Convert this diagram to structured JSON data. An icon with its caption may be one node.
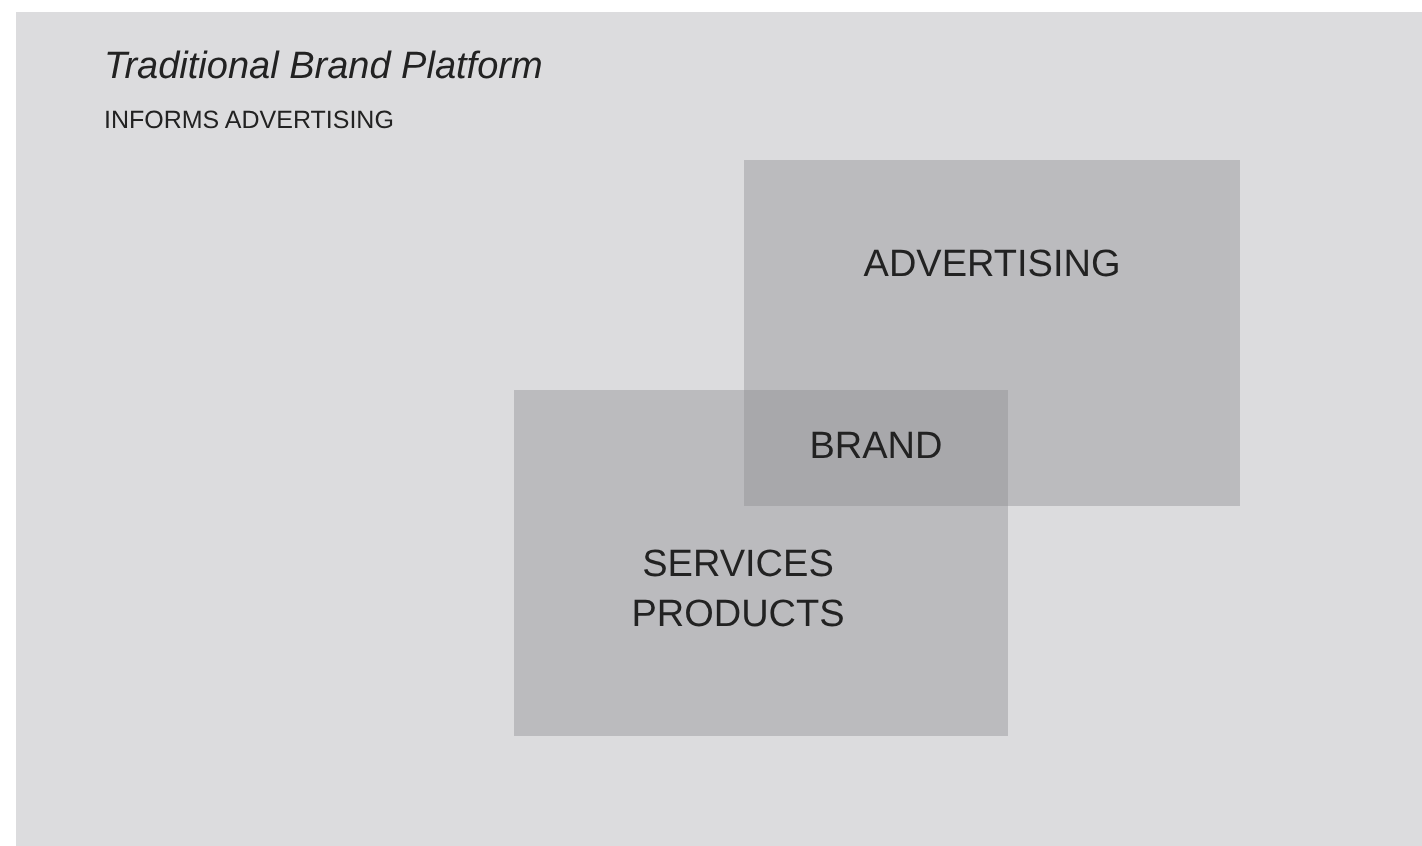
{
  "diagram": {
    "title": "Traditional Brand Platform",
    "nodes": [
      {
        "text": [
          "ADVERTISING"
        ]
      },
      {
        "text": [
          "SERVICES PRODUCTS"
        ]
      },
      {
        "text": [
          "BRAND"
        ]
      }
    ],
    "labels": [
      "INFORMS ADVERTISING"
    ]
  }
}
